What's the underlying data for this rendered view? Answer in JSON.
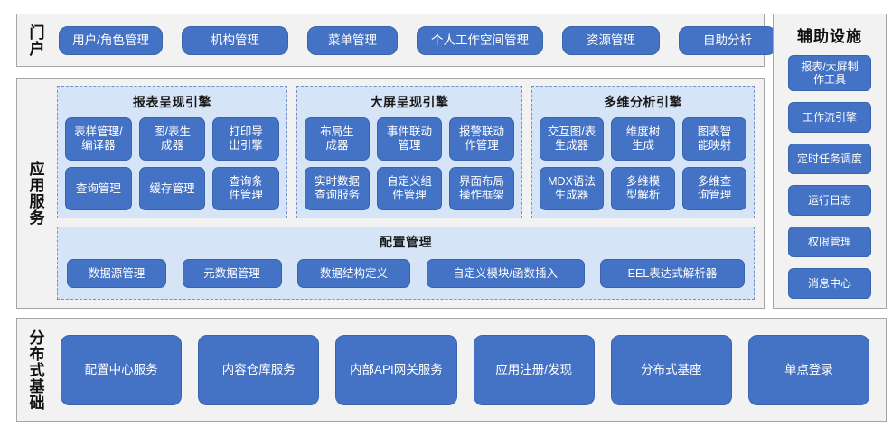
{
  "colors": {
    "pill_fill": "#4472C4",
    "pill_border": "#3A63AE",
    "panel_fill": "#D6E4F8",
    "panel_border": "#7591C6",
    "box_fill": "#F2F2F2",
    "box_border": "#A6A6A6",
    "pill_text": "#FFFFFF",
    "label_text": "#111111"
  },
  "portal": {
    "label": "门户",
    "items": [
      {
        "label": "用户/角色管理"
      },
      {
        "label": "机构管理"
      },
      {
        "label": "菜单管理"
      },
      {
        "label": "个人工作空间管理"
      },
      {
        "label": "资源管理"
      },
      {
        "label": "自助分析"
      }
    ]
  },
  "app_services": {
    "label": "应用服务",
    "engines": [
      {
        "title": "报表呈现引擎",
        "items": [
          {
            "label": "表样管理/\n编译器"
          },
          {
            "label": "图/表生\n成器"
          },
          {
            "label": "打印导\n出引擎"
          },
          {
            "label": "查询管理"
          },
          {
            "label": "缓存管理"
          },
          {
            "label": "查询条\n件管理"
          }
        ]
      },
      {
        "title": "大屏呈现引擎",
        "items": [
          {
            "label": "布局生\n成器"
          },
          {
            "label": "事件联动\n管理"
          },
          {
            "label": "报警联动\n作管理"
          },
          {
            "label": "实时数据\n查询服务"
          },
          {
            "label": "自定义组\n件管理"
          },
          {
            "label": "界面布局\n操作框架"
          }
        ]
      },
      {
        "title": "多维分析引擎",
        "items": [
          {
            "label": "交互图/表\n生成器"
          },
          {
            "label": "维度树\n生成"
          },
          {
            "label": "图表智\n能映射"
          },
          {
            "label": "MDX语法\n生成器"
          },
          {
            "label": "多维模\n型解析"
          },
          {
            "label": "多维查\n询管理"
          }
        ]
      }
    ],
    "config": {
      "title": "配置管理",
      "items": [
        {
          "label": "数据源管理"
        },
        {
          "label": "元数据管理"
        },
        {
          "label": "数据结构定义"
        },
        {
          "label": "自定义模块/函数插入"
        },
        {
          "label": "EEL表达式解析器"
        }
      ]
    }
  },
  "distributed": {
    "label": "分布式基础",
    "items": [
      {
        "label": "配置中心服务"
      },
      {
        "label": "内容仓库服务"
      },
      {
        "label": "内部API网关服务"
      },
      {
        "label": "应用注册/发现"
      },
      {
        "label": "分布式基座"
      },
      {
        "label": "单点登录"
      }
    ]
  },
  "aux": {
    "title": "辅助设施",
    "items": [
      {
        "label": "报表/大屏制\n作工具"
      },
      {
        "label": "工作流引擎"
      },
      {
        "label": "定时任务调度"
      },
      {
        "label": "运行日志"
      },
      {
        "label": "权限管理"
      },
      {
        "label": "消息中心"
      }
    ]
  }
}
